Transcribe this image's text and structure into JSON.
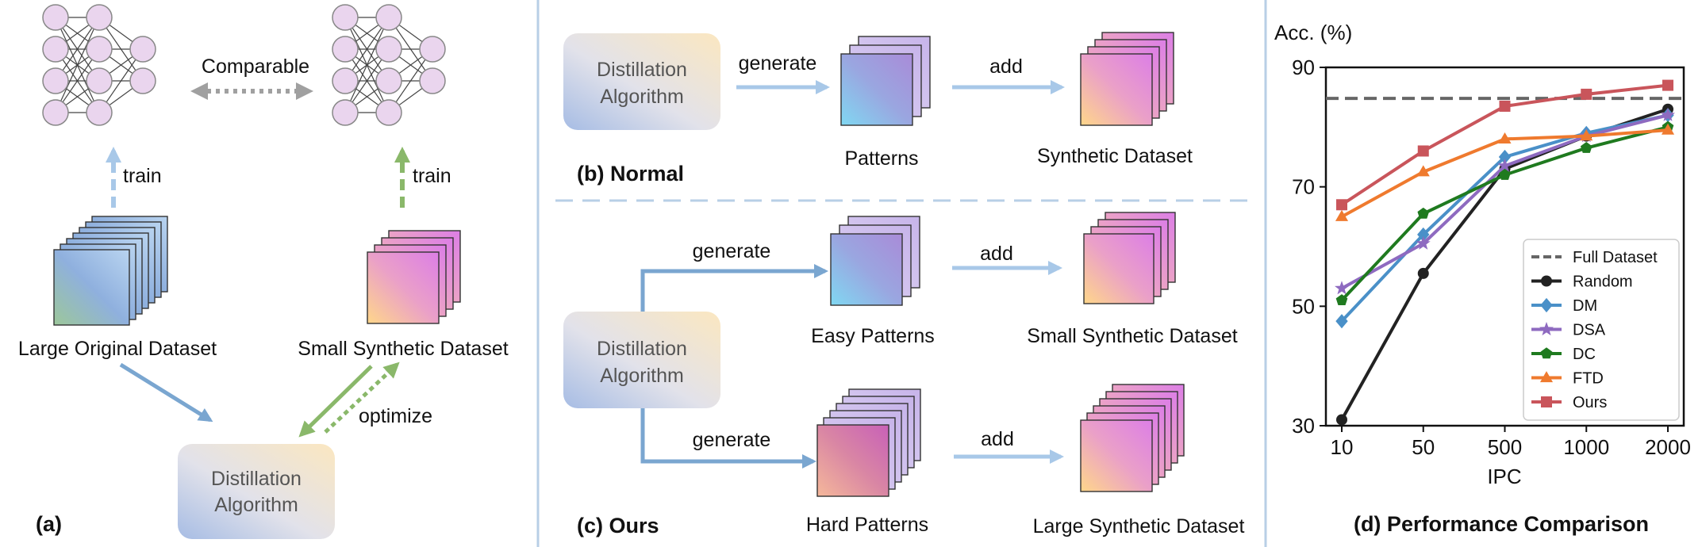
{
  "panel_a": {
    "comparable": "Comparable",
    "train_left": "train",
    "train_right": "train",
    "large_original": "Large Original Dataset",
    "small_synthetic": "Small Synthetic Dataset",
    "optimize": "optimize",
    "algo_line1": "Distillation",
    "algo_line2": "Algorithm",
    "caption": "(a)"
  },
  "panel_b": {
    "algo_line1": "Distillation",
    "algo_line2": "Algorithm",
    "generate": "generate",
    "add": "add",
    "patterns": "Patterns",
    "synthetic_dataset": "Synthetic Dataset",
    "caption": "(b) Normal"
  },
  "panel_c": {
    "algo_line1": "Distillation",
    "algo_line2": "Algorithm",
    "generate_top": "generate",
    "generate_bottom": "generate",
    "add_top": "add",
    "add_bottom": "add",
    "easy_patterns": "Easy Patterns",
    "small_synthetic": "Small Synthetic Dataset",
    "hard_patterns": "Hard Patterns",
    "large_synthetic": "Large Synthetic Dataset",
    "caption": "(c) Ours"
  },
  "panel_d": {
    "caption": "(d) Performance Comparison"
  },
  "colors": {
    "blue_arrow": "#a8c8e8",
    "blue_dark": "#7aa6d0",
    "green_arrow": "#8ab86a",
    "gray_arrow": "#a0a0a0",
    "divider": "#b8cfe6"
  },
  "chart_data": {
    "type": "line",
    "ylabel": "Acc. (%)",
    "xlabel": "IPC",
    "categories": [
      "10",
      "50",
      "500",
      "1000",
      "2000"
    ],
    "yticks": [
      30,
      50,
      70,
      90
    ],
    "ylim": [
      30,
      90
    ],
    "reference": {
      "name": "Full Dataset",
      "value": 84.8,
      "color": "#666666"
    },
    "series": [
      {
        "name": "Random",
        "color": "#222222",
        "marker": "circle",
        "values": [
          31,
          55.5,
          73,
          78.5,
          83
        ]
      },
      {
        "name": "DM",
        "color": "#4a90c8",
        "marker": "diamond",
        "values": [
          47.5,
          62,
          75,
          79,
          82
        ]
      },
      {
        "name": "DSA",
        "color": "#8e6ac0",
        "marker": "star",
        "values": [
          53,
          60.5,
          73.5,
          78.5,
          82
        ]
      },
      {
        "name": "DC",
        "color": "#1f7a1f",
        "marker": "pentagon",
        "values": [
          51,
          65.5,
          72,
          76.5,
          80
        ]
      },
      {
        "name": "FTD",
        "color": "#ef7a2e",
        "marker": "triangle",
        "values": [
          65,
          72.5,
          78,
          78.5,
          79.5
        ]
      },
      {
        "name": "Ours",
        "color": "#c9555b",
        "marker": "square",
        "values": [
          67,
          76,
          83.5,
          85.5,
          87
        ]
      }
    ],
    "legend_position": "bottom-right"
  }
}
